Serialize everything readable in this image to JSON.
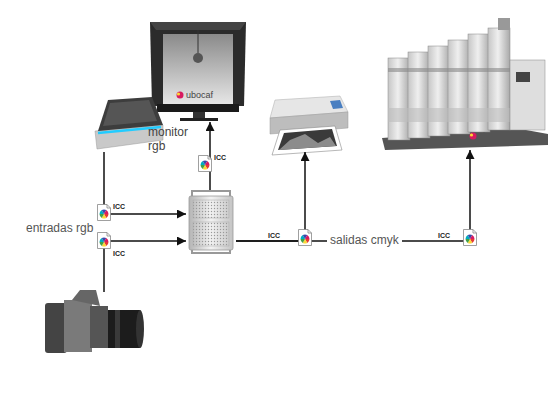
{
  "diagram": {
    "nodes": [
      {
        "text": [
          "monitor rgb"
        ]
      },
      {
        "text": []
      },
      {
        "text": []
      },
      {
        "text": []
      },
      {
        "text": []
      },
      {
        "text": []
      }
    ],
    "edges": [
      {
        "from": 2,
        "to": 4,
        "arrow": "to",
        "label": "ICC"
      },
      {
        "from": 5,
        "to": 4,
        "arrow": "to",
        "label": "ICC"
      },
      {
        "from": 4,
        "to": 0,
        "arrow": "to",
        "label": "ICC"
      },
      {
        "from": 4,
        "to": 3,
        "arrow": "to",
        "label": "ICC"
      },
      {
        "from": 4,
        "to": 1,
        "arrow": "to",
        "label": "ICC"
      }
    ],
    "labels": [
      "entradas rgb",
      "salidas cmyk",
      "ubocaf",
      "ubocaf"
    ]
  }
}
